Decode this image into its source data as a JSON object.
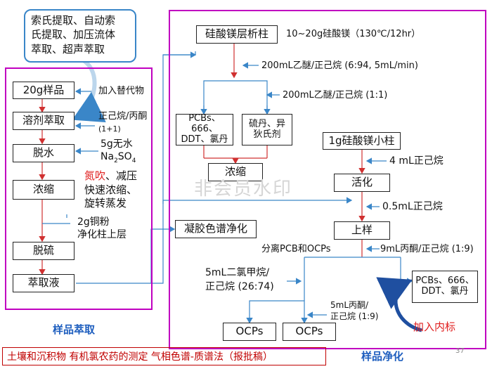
{
  "callout": {
    "text_line1": "索氏提取、自动索",
    "text_line2": "氏提取、加压流体",
    "text_line3": "萃取、超声萃取"
  },
  "left": {
    "steps": [
      "20g样品",
      "溶剂萃取",
      "脱水",
      "浓缩",
      "脱硫",
      "萃取液"
    ],
    "notes": {
      "add_surrogate": "加入替代物",
      "solvent_line1": "正己烷/丙酮",
      "solvent_line2": "(1+1)",
      "dehydrate_line1": "5g无水",
      "dehydrate_line2": "Na",
      "dehydrate_sub2": "2",
      "dehydrate_so": "SO",
      "dehydrate_sub4": "4",
      "conc_red": "氮吹",
      "conc_line1_rest": "、减压",
      "conc_line2": "快速浓缩、",
      "conc_line3": "旋转蒸发",
      "desulf_line1": "2g铜粉",
      "desulf_line2": "净化柱上层"
    },
    "section_title": "样品萃取"
  },
  "right": {
    "column": "硅酸镁层析柱",
    "column_note": "10~20g硅酸镁（130℃/12hr）",
    "elute1": "200mL乙醚/正己烷 (6:94, 5mL/min)",
    "elute2": "200mL乙醚/正己烷 (1:1)",
    "fraction1": "PCBs、666、DDT、氯丹",
    "fraction2": "硫丹、异狄氏剂",
    "concentrate": "浓缩",
    "gpc": "凝胶色谱净化",
    "mini_column": "1g硅酸镁小柱",
    "activate_note": "4 mL正己烷",
    "activate": "活化",
    "load_note": "0.5mL正己烷",
    "load": "上样",
    "separate_note": "分离PCB和OCPs",
    "elute3": "9mL丙酮/正己烷 (1:9)",
    "fraction3": "PCBs、666、DDT、氯丹",
    "dcm_line1": "5mL二氯甲烷/",
    "dcm_line2": "正己烷 (26:74)",
    "acetone_line1": "5mL丙酮/",
    "acetone_line2": "正己烷 (1:9)",
    "ocps1": "OCPs",
    "ocps2": "OCPs",
    "internal_std": "加入内标",
    "section_title": "样品净化"
  },
  "watermark": "非会员水印",
  "footer": "土壤和沉积物 有机氯农药的测定 气相色谱-质谱法（报批稿）",
  "page_number": "37",
  "colors": {
    "frame": "#c000c0",
    "arrow_blue": "#3a86c8",
    "arrow_red": "#d03030",
    "title_blue": "#1f5fbf",
    "footer_red": "#c00000"
  }
}
